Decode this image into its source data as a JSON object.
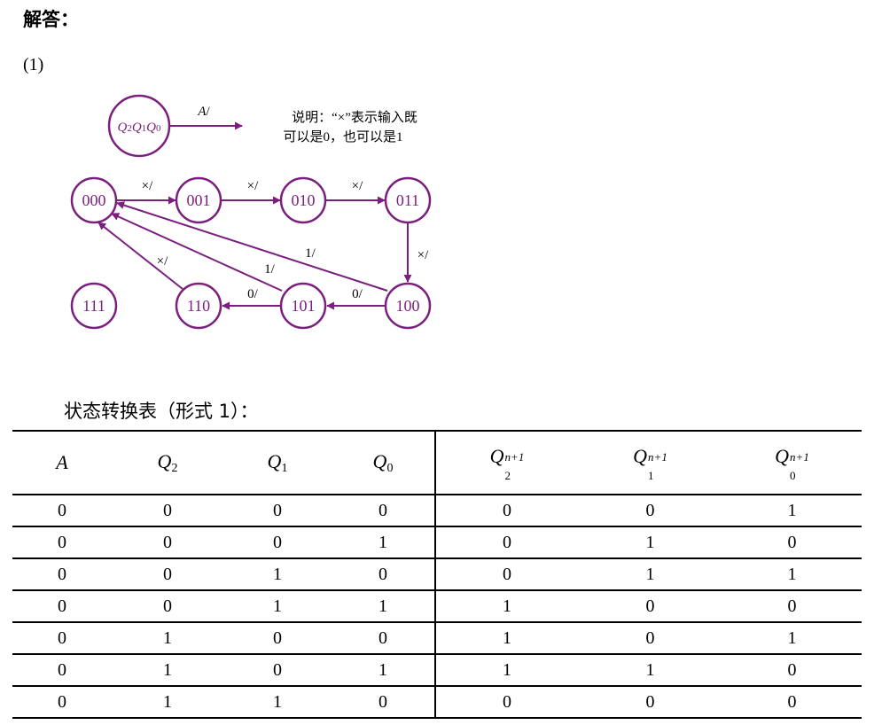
{
  "heading": "解答：",
  "part_label": "(1)",
  "diagram": {
    "color": "#7B1F7F",
    "legend": {
      "state_q2": "Q",
      "state_q2_sub": "2",
      "state_q1": "Q",
      "state_q1_sub": "1",
      "state_q0": "Q",
      "state_q0_sub": "0",
      "arrow_label_var": "A",
      "arrow_label_slash": "/",
      "note_line1": "说明：“×”表示输入既",
      "note_line2": "可以是0，也可以是1"
    },
    "states": {
      "s000": "000",
      "s001": "001",
      "s010": "010",
      "s011": "011",
      "s100": "100",
      "s101": "101",
      "s110": "110",
      "s111": "111"
    },
    "transitions": {
      "t000_001": "×/",
      "t001_010": "×/",
      "t010_011": "×/",
      "t011_100": "×/",
      "t100_000": "1/",
      "t100_101": "0/",
      "t101_000": "1/",
      "t101_110": "0/",
      "t110_000": "×/"
    }
  },
  "table": {
    "title": "状态转换表（形式 1）：",
    "headers": {
      "a": "A",
      "q2": "Q",
      "q2_sub": "2",
      "q1": "Q",
      "q1_sub": "1",
      "q0": "Q",
      "q0_sub": "0",
      "n2": "Q",
      "n2_sup": "n+1",
      "n2_sub": "2",
      "n1": "Q",
      "n1_sup": "n+1",
      "n1_sub": "1",
      "n0": "Q",
      "n0_sup": "n+1",
      "n0_sub": "0"
    },
    "rows": [
      [
        "0",
        "0",
        "0",
        "0",
        "0",
        "0",
        "1"
      ],
      [
        "0",
        "0",
        "0",
        "1",
        "0",
        "1",
        "0"
      ],
      [
        "0",
        "0",
        "1",
        "0",
        "0",
        "1",
        "1"
      ],
      [
        "0",
        "0",
        "1",
        "1",
        "1",
        "0",
        "0"
      ],
      [
        "0",
        "1",
        "0",
        "0",
        "1",
        "0",
        "1"
      ],
      [
        "0",
        "1",
        "0",
        "1",
        "1",
        "1",
        "0"
      ],
      [
        "0",
        "1",
        "1",
        "0",
        "0",
        "0",
        "0"
      ]
    ]
  }
}
